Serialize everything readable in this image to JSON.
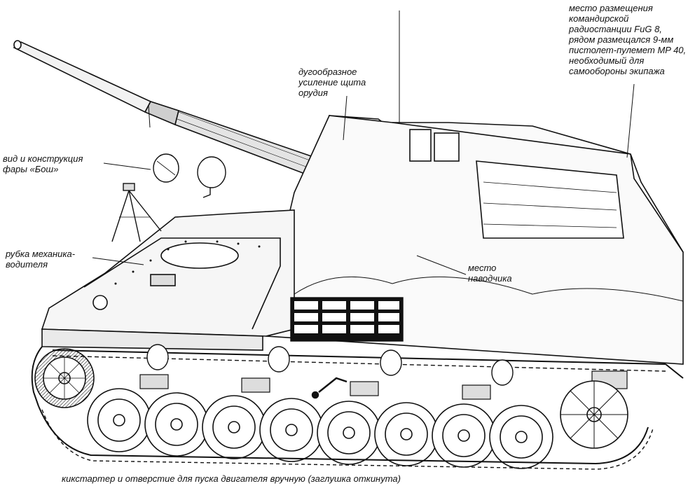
{
  "labels": {
    "radio": "место размещения\nкомандирской\nрадиостанции FuG 8,\nрядом размещался 9-мм\nпистолет-пулемет MP 40,\nнеобходимый для\nсамообороны экипажа",
    "shield": "дугообразное\nусиление щита\nорудия",
    "headlight": "вид и конструкция\nфары «Бош»",
    "driver": "рубка механика-\nводителя",
    "gunner": "место\nнаводчика",
    "kickstarter": "кикстартер и отверстие для пуска двигателя вручную (заглушка откинута)"
  },
  "colors": {
    "ink": "#111111",
    "paper": "#ffffff",
    "shade": "#dddddd"
  }
}
